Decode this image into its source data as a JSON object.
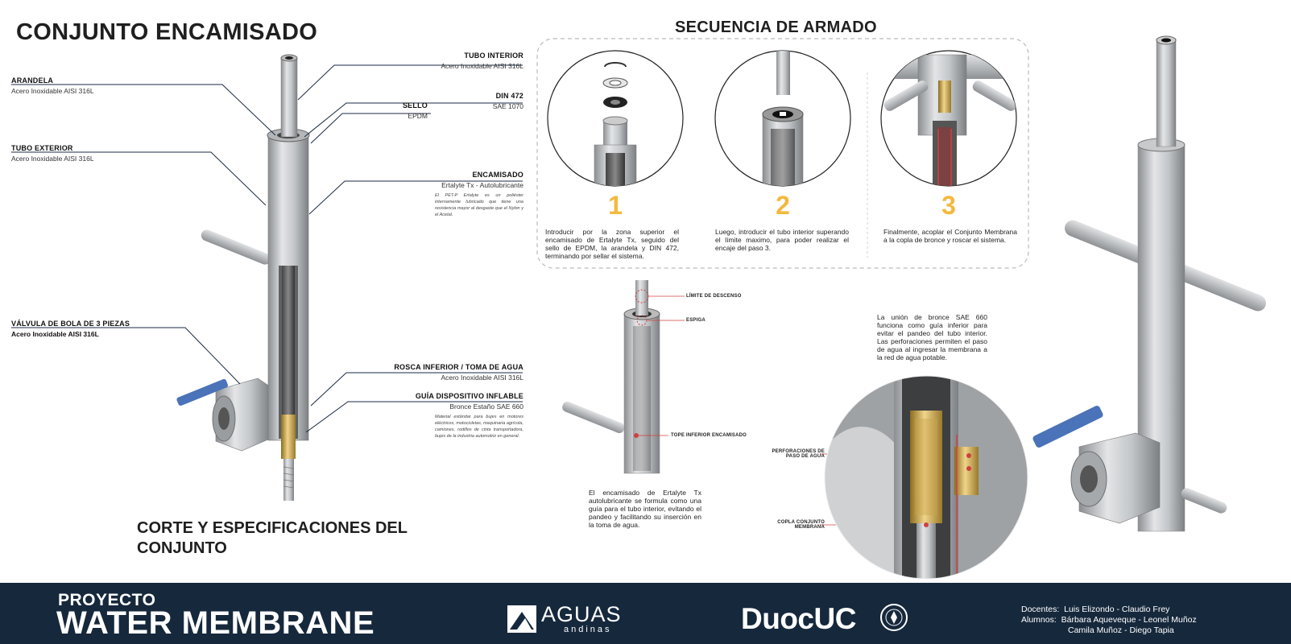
{
  "header": {
    "main_title": "CONJUNTO ENCAMISADO",
    "section_title": "SECUENCIA DE ARMADO",
    "corte_title": "CORTE Y ESPECIFICACIONES DEL CONJUNTO"
  },
  "left_labels": {
    "arandela": {
      "title": "ARANDELA",
      "spec": "Acero Inoxidable AISI 316L"
    },
    "tubo_exterior": {
      "title": "TUBO EXTERIOR",
      "spec": "Acero Inoxidable AISI 316L"
    },
    "valvula": {
      "title": "VÁLVULA DE BOLA DE 3 PIEZAS",
      "spec": "Acero Inoxidable AISI 316L"
    }
  },
  "right_labels": {
    "tubo_interior": {
      "title": "TUBO INTERIOR",
      "spec": "Acero Inoxidable AISI 316L"
    },
    "din": {
      "title": "DIN 472",
      "spec": "SAE 1070"
    },
    "sello": {
      "title": "SELLO",
      "spec": "EPDM"
    },
    "encamisado": {
      "title": "ENCAMISADO",
      "spec": "Ertalyte Tx - Autolubricante",
      "note": "El PET-P Ertalyte es un poliéster internamente lubricado que tiene una resistencia mayor al desgaste que el Nylon y el Acetal."
    },
    "rosca": {
      "title": "ROSCA INFERIOR / TOMA DE AGUA",
      "spec": "Acero Inoxidable AISI 316L"
    },
    "guia": {
      "title": "GUÍA DISPOSITIVO INFLABLE",
      "spec": "Bronce Estaño SAE 660",
      "note": "Material estándar para bujes en motores eléctricos, motocicletas, maquinaria agrícola, camiones, rodillos de cinta transportadora, bujes de la industria automotriz en general."
    }
  },
  "steps": [
    {
      "number": "1",
      "text": "Introducir por la zona superior el encamisado de Ertalyte Tx, seguido del sello de EPDM, la arandela y DIN 472, terminando por sellar el sistema."
    },
    {
      "number": "2",
      "text": "Luego, introducir el tubo interior superando el límite maximo, para poder realizar el encaje del paso 3."
    },
    {
      "number": "3",
      "text": "Finalmente, acoplar el Conjunto Membrana a la copla de bronce y roscar el sistema."
    }
  ],
  "detail": {
    "limite": "LÍMITE DE DESCENSO",
    "espiga": "ESPIGA",
    "tope": "TOPE INFERIOR ENCAMISADO",
    "para_left": "El encamisado de Ertalyte Tx autolubricante se formula como una guía para el tubo interior, evitando el pandeo y facilitando su inserción en la toma de agua.",
    "para_right": "La unión de bronce SAE 660 funciona como guía inferior para evitar el pandeo del tubo interior. Las perforaciones permiten el paso de agua al ingresar la membrana a la red de agua potable.",
    "perforaciones_1": "PERFORACIONES DE",
    "perforaciones_2": "PASO DE AGUA",
    "copla_1": "COPLA CONJUNTO",
    "copla_2": "MEMBRANA"
  },
  "footer": {
    "proyecto": "PROYECTO",
    "name": "WATER MEMBRANE",
    "aguas": "AGUAS",
    "andinas": "andinas",
    "duoc": "DuocUC",
    "docentes_label": "Docentes:",
    "docentes": "Luis Elizondo  -  Claudio Frey",
    "alumnos_label": "Alumnos:",
    "alumnos_1": "Bárbara Aqueveque  -  Leonel Muñoz",
    "alumnos_2": "Camila Muñoz  -  Diego Tapia"
  },
  "colors": {
    "accent_number": "#f5b83d",
    "footer_bg": "#16283c",
    "steel": "#c4c6c8",
    "valve_blue": "#4a73b9",
    "brass": "#c9a54a",
    "leader_line": "#1b2a44",
    "red_annotation": "#d04040"
  }
}
